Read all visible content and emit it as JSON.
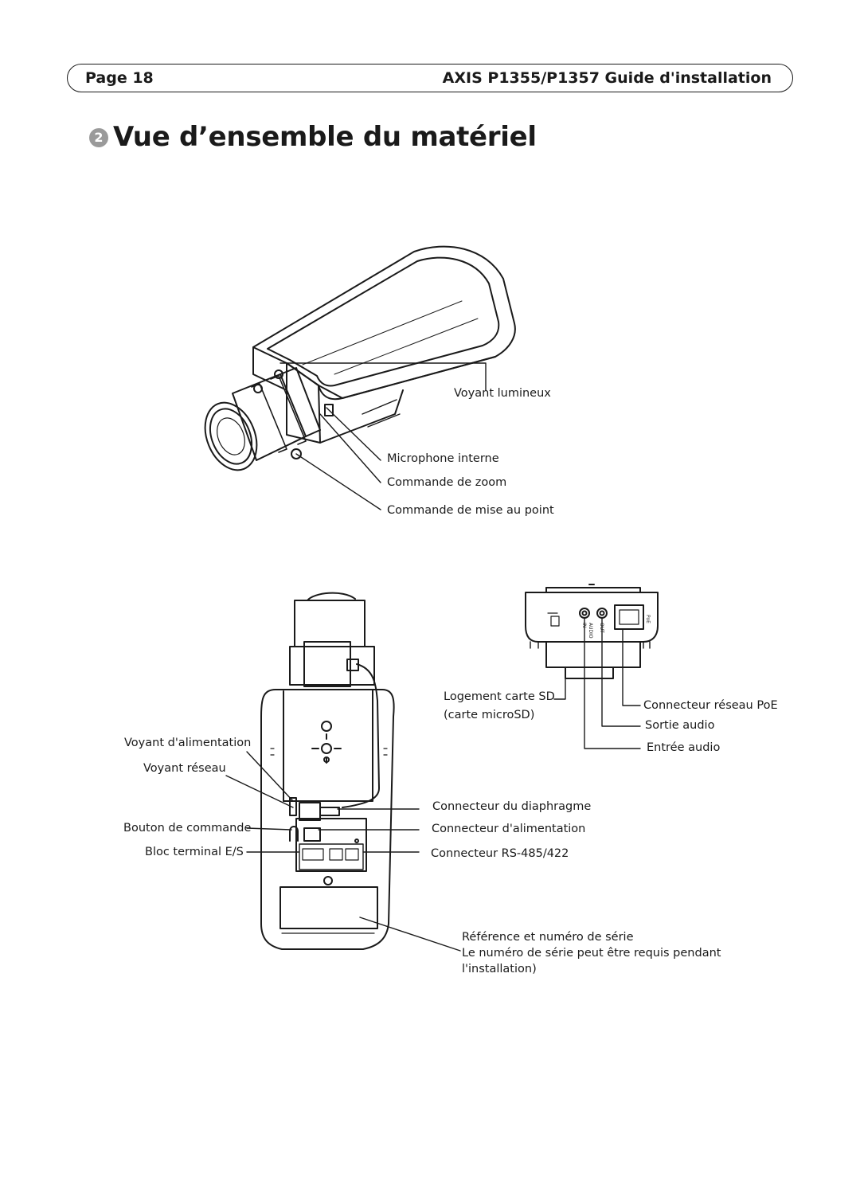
{
  "header": {
    "page_label": "Page 18",
    "doc_title": "AXIS P1355/P1357 Guide d'installation"
  },
  "section": {
    "number": "2",
    "title": "Vue d’ensemble du matériel"
  },
  "top_view": {
    "labels": {
      "status_led": "Voyant lumineux",
      "microphone": "Microphone interne",
      "zoom": "Commande de zoom",
      "focus": "Commande de mise au point"
    }
  },
  "rear_view": {
    "labels": {
      "power_led": "Voyant d'alimentation",
      "network_led": "Voyant réseau",
      "control_button": "Bouton de commande",
      "io_terminal": "Bloc terminal E/S",
      "iris_connector": "Connecteur du diaphragme",
      "power_connector": "Connecteur d'alimentation",
      "rs485_connector": "Connecteur RS-485/422",
      "serial_ref": "Référence et numéro de série",
      "serial_note_1": "Le numéro de série peut être requis pendant",
      "serial_note_2": "l'installation)"
    }
  },
  "bottom_view": {
    "labels": {
      "sd_slot_1": "Logement carte SD",
      "sd_slot_2": "(carte microSD)",
      "poe": "Connecteur réseau PoE",
      "audio_out": "Sortie audio",
      "audio_in": "Entrée audio"
    },
    "port_marks": {
      "poe": "PoE",
      "audio": "AUDIO",
      "in": "IN",
      "out": "OUT"
    }
  }
}
